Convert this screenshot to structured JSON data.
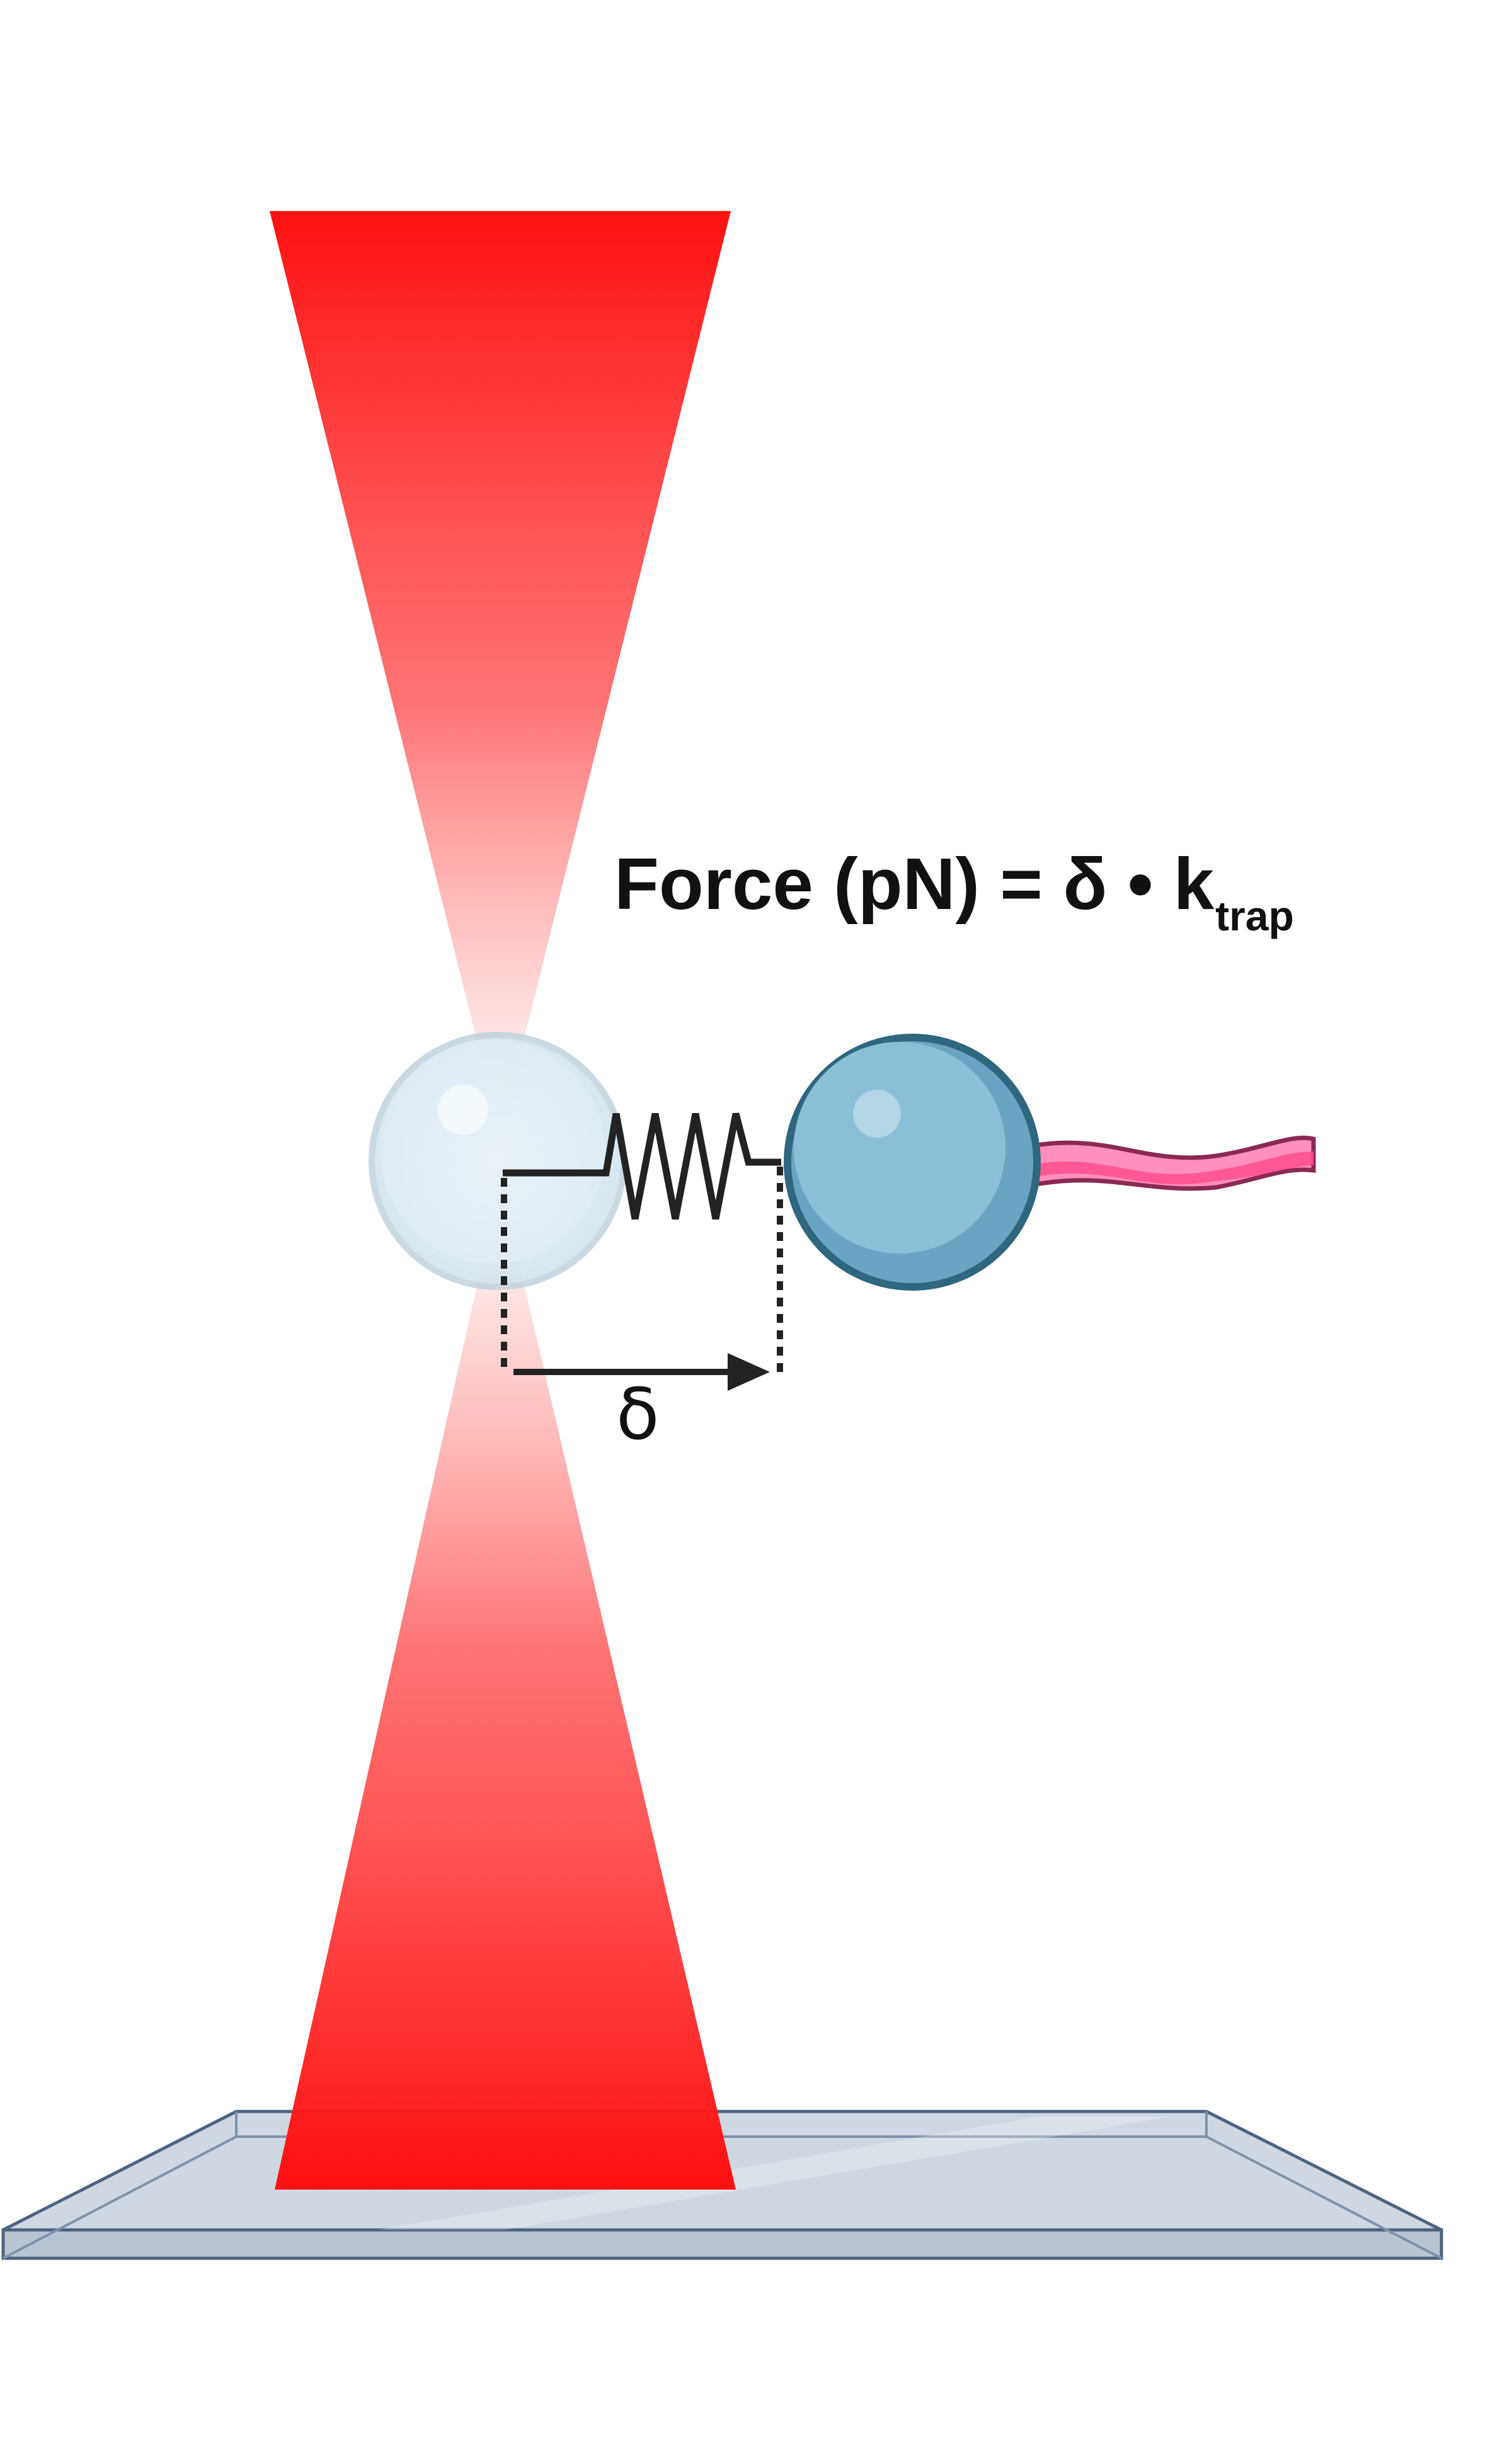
{
  "formula": {
    "lhs": "Force (pN) = δ • k",
    "subscript": "trap"
  },
  "displacement_label": "δ",
  "colors": {
    "laser": "#ff1010",
    "trapped_bead": "#dcebf3",
    "tethered_bead": "#69a5c3",
    "tethered_bead_outline": "#2f6680",
    "dna_strand_light": "#ff8fbd",
    "dna_strand_dark": "#ff4f8e",
    "coverslip": "#cfd7e2",
    "coverslip_edge": "#4d6380",
    "spring": "#222222"
  },
  "icons": [
    "laser-beam-icon",
    "trapped-bead-icon",
    "spring-icon",
    "tethered-bead-icon",
    "dna-tether-icon",
    "coverslip-icon",
    "displacement-arrow-icon"
  ]
}
